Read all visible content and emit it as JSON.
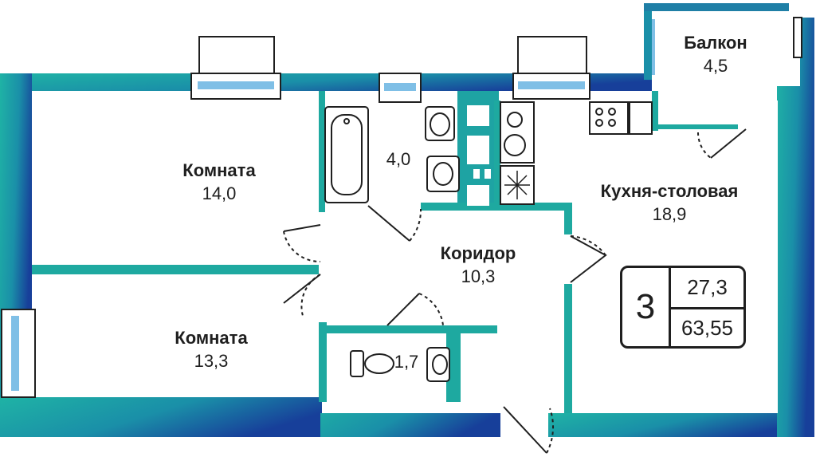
{
  "rooms": [
    {
      "name": "Балкон",
      "area": "4,5"
    },
    {
      "name": "Комната",
      "area": "14,0"
    },
    {
      "name": "",
      "area": "4,0"
    },
    {
      "name": "Кухня-столовая",
      "area": "18,9"
    },
    {
      "name": "Коридор",
      "area": "10,3"
    },
    {
      "name": "Комната",
      "area": "13,3"
    },
    {
      "name": "",
      "area": "1,7"
    }
  ],
  "summary": {
    "rooms_count": "3",
    "living_area": "27,3",
    "total_area": "63,55"
  },
  "colors": {
    "wall_teal": "#1ea9a0",
    "wall_blue": "#173f9a",
    "window_blue": "#7fbfe6",
    "text": "#1f1f1f"
  },
  "icons": [
    "bathtub-icon",
    "sink-icon",
    "toilet-icon",
    "stove-icon",
    "fridge-icon",
    "kitchen-sink-icon"
  ]
}
